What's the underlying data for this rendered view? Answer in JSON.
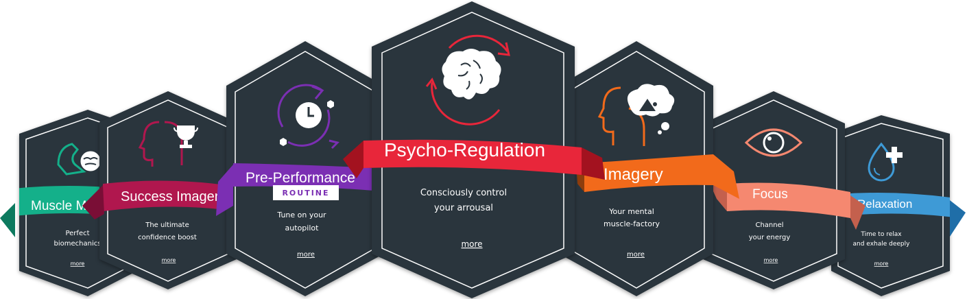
{
  "cards": {
    "muscle": {
      "title": "Muscle Memory",
      "line1": "Perfect",
      "line2": "biomechanics",
      "more": "more",
      "color": "#14b08a"
    },
    "success": {
      "title": "Success Imagery",
      "line1": "The ultimate",
      "line2": "confidence boost",
      "more": "more",
      "color": "#b0174e"
    },
    "preperf": {
      "title": "Pre-Performance",
      "badge": "ROUTINE",
      "line1": "Tune on your",
      "line2": "autopilot",
      "more": "more",
      "color": "#7b2fb3"
    },
    "psycho": {
      "title": "Psycho-Regulation",
      "line1": "Consciously control",
      "line2": "your arrousal",
      "more": "more",
      "color": "#e8263a"
    },
    "imagery": {
      "title": "Imagery",
      "line1": "Your mental",
      "line2": "muscle-factory",
      "more": "more",
      "color": "#f26a1b"
    },
    "focus": {
      "title": "Focus",
      "line1": "Channel",
      "line2": "your energy",
      "more": "more",
      "color": "#f58870"
    },
    "relax": {
      "title": "Relaxation",
      "line1": "Time to relax",
      "line2": "and exhale deeply",
      "more": "more",
      "color": "#3e9ad6"
    }
  },
  "icons": {
    "muscle": "flexed-arm-brain-icon",
    "success": "head-trophy-icon",
    "preperf": "clock-cycle-icon",
    "psycho": "brain-cycle-icon",
    "imagery": "head-thought-image-icon",
    "focus": "eye-icon",
    "relax": "water-drop-plus-icon"
  }
}
